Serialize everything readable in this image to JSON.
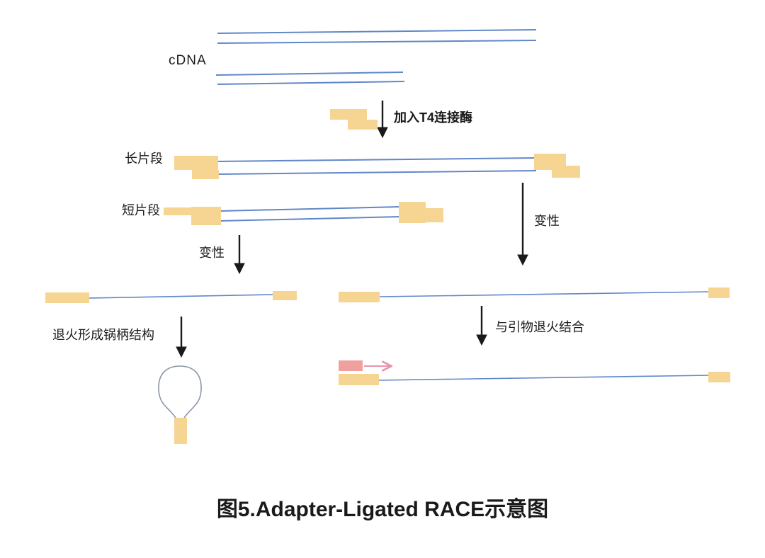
{
  "figure": {
    "title": "图5.Adapter-Ligated RACE示意图"
  },
  "labels": {
    "cdna": "cDNA",
    "t4_ligase_step": "加入T4连接酶",
    "long_fragment": "长片段",
    "short_fragment": "短片段",
    "denature_left": "变性",
    "denature_right": "变性",
    "panhandle_step": "退火形成锅柄结构",
    "primer_anneal_step": "与引物退火结合"
  },
  "icons": {
    "down_arrow": "↓",
    "right_arrow": "→"
  },
  "colors": {
    "background": "#FFFFFF",
    "text": "#1A1A1A",
    "arrow_black": "#1A1A1A",
    "strand_blue": "#6187C8",
    "adapter_orange": "#F6D592",
    "primer_pink": "#F0A19D",
    "primer_arrow_pink": "#E795A9",
    "loop_gray": "#8A97A8"
  }
}
